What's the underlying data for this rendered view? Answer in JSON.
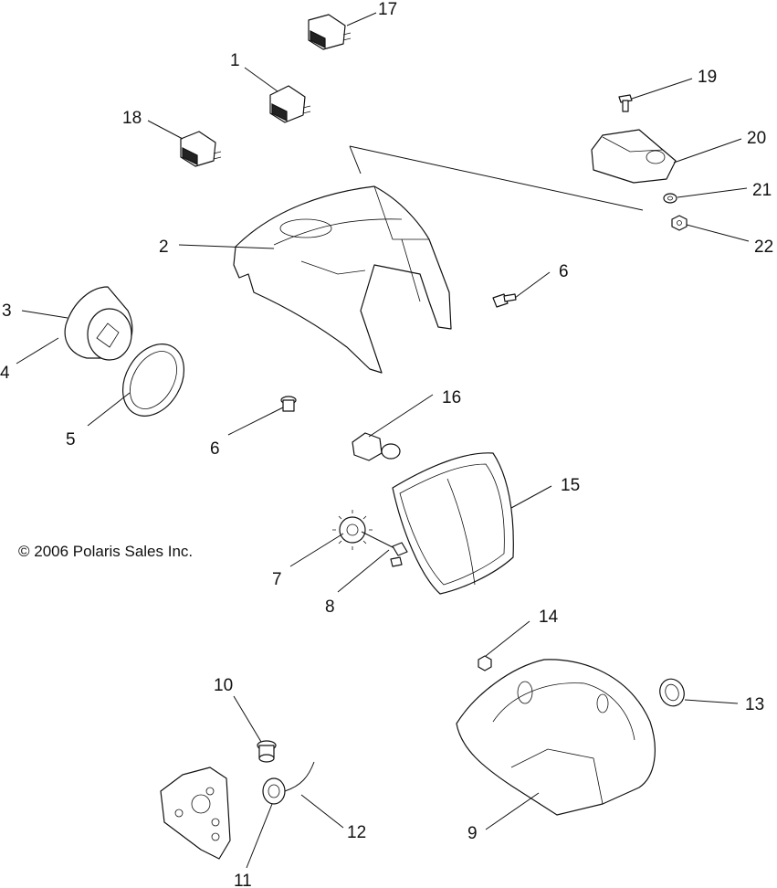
{
  "copyright": "© 2006 Polaris Sales Inc.",
  "callouts": [
    "17",
    "1",
    "18",
    "19",
    "20",
    "21",
    "22",
    "2",
    "6",
    "3",
    "4",
    "5",
    "6",
    "16",
    "15",
    "7",
    "8",
    "14",
    "13",
    "10",
    "12",
    "9",
    "11"
  ]
}
